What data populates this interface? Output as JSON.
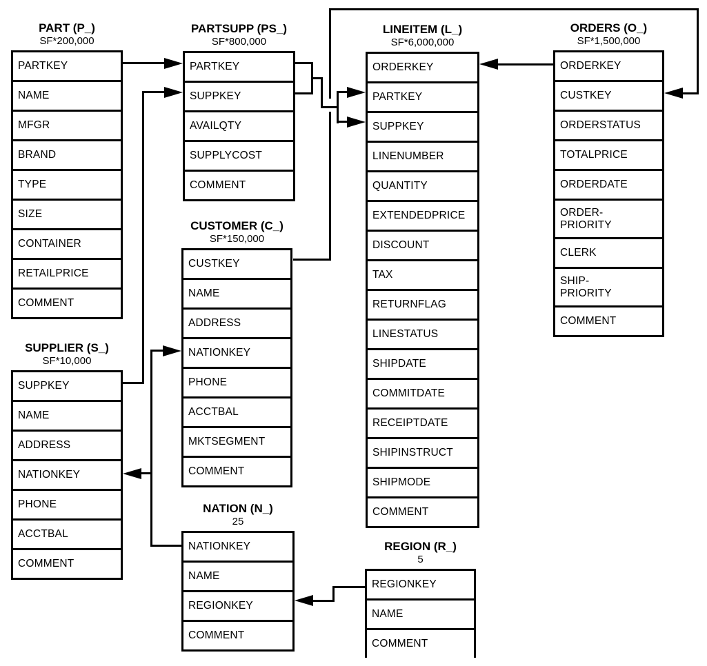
{
  "colors": {
    "line": "#000000",
    "background": "#ffffff"
  },
  "tables": [
    {
      "id": "part",
      "title": "PART (P_)",
      "cardinality": "SF*200,000",
      "rows": [
        "PARTKEY",
        "NAME",
        "MFGR",
        "BRAND",
        "TYPE",
        "SIZE",
        "CONTAINER",
        "RETAILPRICE",
        "COMMENT"
      ]
    },
    {
      "id": "partsupp",
      "title": "PARTSUPP (PS_)",
      "cardinality": "SF*800,000",
      "rows": [
        "PARTKEY",
        "SUPPKEY",
        "AVAILQTY",
        "SUPPLYCOST",
        "COMMENT"
      ]
    },
    {
      "id": "lineitem",
      "title": "LINEITEM (L_)",
      "cardinality": "SF*6,000,000",
      "rows": [
        "ORDERKEY",
        "PARTKEY",
        "SUPPKEY",
        "LINENUMBER",
        "QUANTITY",
        "EXTENDEDPRICE",
        "DISCOUNT",
        "TAX",
        "RETURNFLAG",
        "LINESTATUS",
        "SHIPDATE",
        "COMMITDATE",
        "RECEIPTDATE",
        "SHIPINSTRUCT",
        "SHIPMODE",
        "COMMENT"
      ]
    },
    {
      "id": "orders",
      "title": "ORDERS (O_)",
      "cardinality": "SF*1,500,000",
      "rows": [
        "ORDERKEY",
        "CUSTKEY",
        "ORDERSTATUS",
        "TOTALPRICE",
        "ORDERDATE",
        "ORDER-\nPRIORITY",
        "CLERK",
        "SHIP-\nPRIORITY",
        "COMMENT"
      ]
    },
    {
      "id": "customer",
      "title": "CUSTOMER (C_)",
      "cardinality": "SF*150,000",
      "rows": [
        "CUSTKEY",
        "NAME",
        "ADDRESS",
        "NATIONKEY",
        "PHONE",
        "ACCTBAL",
        "MKTSEGMENT",
        "COMMENT"
      ]
    },
    {
      "id": "supplier",
      "title": "SUPPLIER (S_)",
      "cardinality": "SF*10,000",
      "rows": [
        "SUPPKEY",
        "NAME",
        "ADDRESS",
        "NATIONKEY",
        "PHONE",
        "ACCTBAL",
        "COMMENT"
      ]
    },
    {
      "id": "nation",
      "title": "NATION (N_)",
      "cardinality": "25",
      "rows": [
        "NATIONKEY",
        "NAME",
        "REGIONKEY",
        "COMMENT"
      ]
    },
    {
      "id": "region",
      "title": "REGION (R_)",
      "cardinality": "5",
      "rows": [
        "REGIONKEY",
        "NAME",
        "COMMENT"
      ]
    }
  ],
  "relationships": [
    {
      "from": "PART.PARTKEY",
      "arrow_points_to": "PARTSUPP.PARTKEY"
    },
    {
      "from": "SUPPLIER.SUPPKEY",
      "arrow_points_to": "PARTSUPP.SUPPKEY"
    },
    {
      "from": "PARTSUPP.PARTKEY",
      "arrow_points_to": "LINEITEM.PARTKEY"
    },
    {
      "from": "PARTSUPP.SUPPKEY",
      "arrow_points_to": "LINEITEM.SUPPKEY"
    },
    {
      "from": "ORDERS.ORDERKEY",
      "arrow_points_to": "LINEITEM.ORDERKEY"
    },
    {
      "from": "CUSTOMER.CUSTKEY",
      "arrow_points_to": "ORDERS.CUSTKEY"
    },
    {
      "from": "NATION.NATIONKEY",
      "arrow_points_to": "CUSTOMER.NATIONKEY"
    },
    {
      "from": "NATION.NATIONKEY",
      "arrow_points_to": "SUPPLIER.NATIONKEY"
    },
    {
      "from": "REGION.REGIONKEY",
      "arrow_points_to": "NATION.REGIONKEY"
    }
  ]
}
